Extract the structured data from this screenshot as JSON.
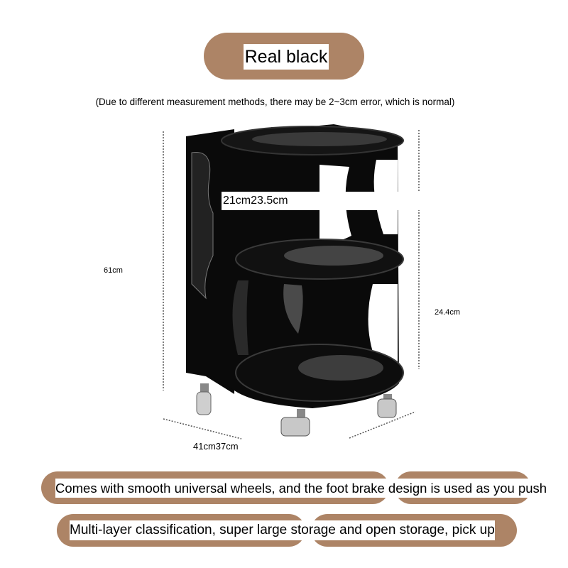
{
  "colors": {
    "pill_brown": "#ad8466",
    "product_black": "#0a0a0a",
    "dim_line": "#555555"
  },
  "header": {
    "title": "Real black",
    "note": "(Due to different measurement methods, there may be 2~3cm error, which is normal)"
  },
  "dimensions": {
    "total_height": "61cm",
    "shelf_height": "24.4cm",
    "top_dims": "21cm23.5cm",
    "base_dims": "41cm37cm"
  },
  "features": {
    "line1": "Comes with smooth universal wheels, and the foot brake design is used as you push",
    "line2": "Multi-layer classification, super large storage and open storage, pick up"
  }
}
